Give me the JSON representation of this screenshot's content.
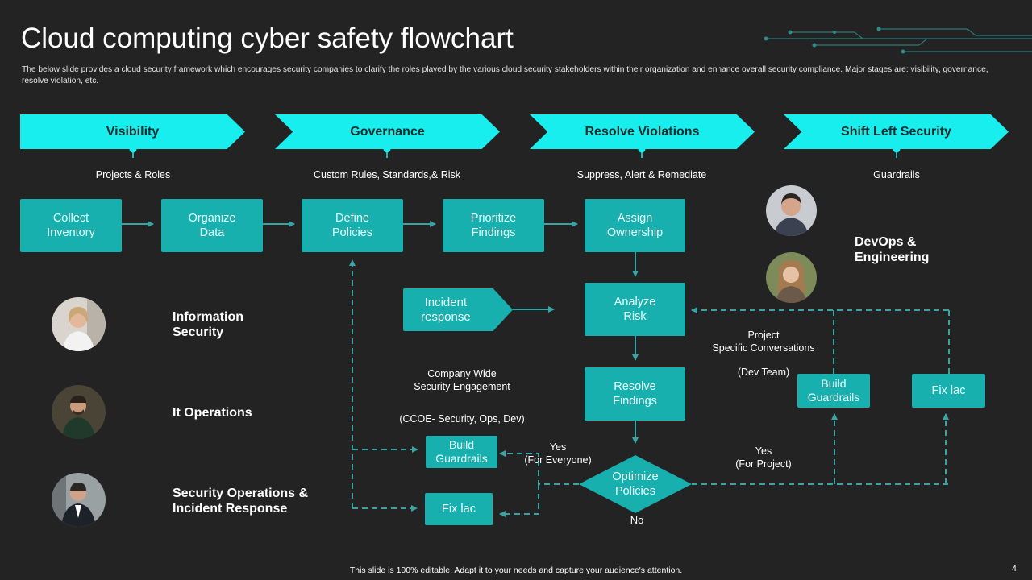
{
  "header": {
    "title": "Cloud computing cyber safety flowchart",
    "subtitle": "The below slide provides a cloud security framework which encourages security companies to clarify the roles played by the various cloud security stakeholders within their organization and enhance overall security compliance. Major stages are: visibility, governance, resolve violation, etc."
  },
  "stages": [
    {
      "label": "Visibility",
      "sub": "Projects & Roles"
    },
    {
      "label": "Governance",
      "sub": "Custom Rules, Standards,& Risk"
    },
    {
      "label": "Resolve Violations",
      "sub": "Suppress, Alert & Remediate"
    },
    {
      "label": "Shift Left Security",
      "sub": "Guardrails"
    }
  ],
  "flow": {
    "collect": "Collect\nInventory",
    "organize": "Organize\nData",
    "define": "Define\nPolicies",
    "prioritize": "Prioritize\nFindings",
    "assign": "Assign\nOwnership",
    "analyze": "Analyze\nRisk",
    "resolve": "Resolve\nFindings",
    "optimize": "Optimize\nPolicies",
    "incident": "Incident\nresponse",
    "build_left": "Build\nGuardrails",
    "fix_left": "Fix lac",
    "build_right": "Build\nGuardrails",
    "fix_right": "Fix lac"
  },
  "labels": {
    "company_wide": "Company Wide\nSecurity Engagement",
    "ccoe": "(CCOE- Security, Ops, Dev)",
    "yes_everyone": "Yes\n(For Everyone)",
    "no": "No",
    "yes_project": "Yes\n(For Project)",
    "project_conv": "Project\nSpecific Conversations",
    "dev_team": "(Dev Team)"
  },
  "roles": {
    "info_security": "Information\nSecurity",
    "it_operations": "It Operations",
    "secops": "Security Operations &\nIncident Response",
    "devops": "DevOps &\nEngineering"
  },
  "footer": {
    "note": "This slide is 100% editable. Adapt it to your needs and capture your audience's attention.",
    "page": "4"
  },
  "colors": {
    "background": "#232323",
    "chevron": "#19eeee",
    "box": "#17b0ae",
    "connector": "#3aa3a3"
  }
}
